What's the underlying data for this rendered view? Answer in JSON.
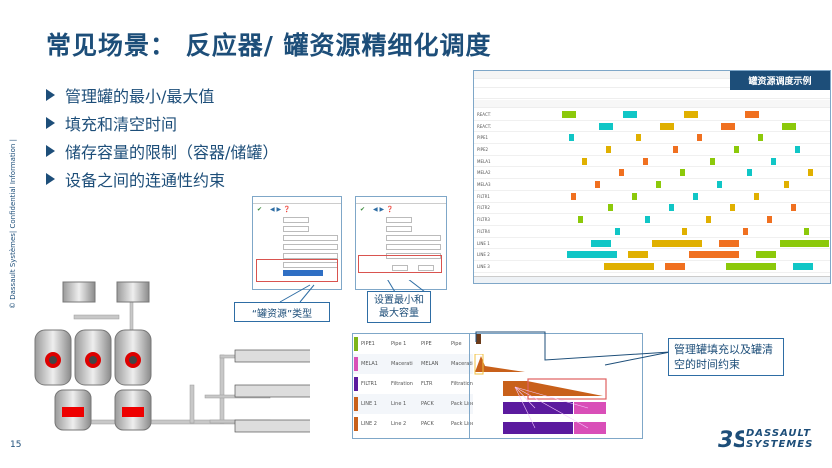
{
  "title": "常见场景： 反应器/ 罐资源精细化调度",
  "bullets": [
    "管理罐的最小/最大值",
    "填充和清空时间",
    "储存容量的限制（容器/储罐）",
    "设备之间的连通性约束"
  ],
  "copyright": "© Dassault Systèmes| Confidential Information |",
  "page_number": "15",
  "gantt_screenshot": {
    "label": "罐资源调度示例",
    "rows": [
      "REACT1",
      "REACT2",
      "PIPE1",
      "PIPE2",
      "MELA1",
      "MELA2",
      "MELA3",
      "FILTR1",
      "FILTR2",
      "FILTR3",
      "FILTR4",
      "LINE 1",
      "LINE 2",
      "LINE 3"
    ]
  },
  "dialog_callouts": {
    "tank_type": "“罐资源”类型",
    "min_max": "设置最小和最大容量"
  },
  "bottom_gantt": {
    "rows": [
      {
        "id": "PIPE1",
        "name": "Pipe 1",
        "group": "PIPE",
        "type": "Pipe",
        "color": "#7cb518"
      },
      {
        "id": "MELA1",
        "name": "Maceration",
        "group": "MELAN",
        "type": "Maceration",
        "color": "#d94fb8"
      },
      {
        "id": "FILTR1",
        "name": "Filtration 1",
        "group": "FLTR",
        "type": "Filtration",
        "color": "#5b1a9e"
      },
      {
        "id": "LINE 1",
        "name": "Line 1",
        "group": "PACK",
        "type": "Pack Line",
        "color": "#c8601a"
      },
      {
        "id": "LINE 2",
        "name": "Line 2",
        "group": "PACK",
        "type": "Pack Line",
        "color": "#c8601a"
      }
    ],
    "callout": "管理罐填充以及罐清空的时间约束"
  },
  "logo": {
    "line1": "DASSAULT",
    "line2": "SYSTEMES"
  }
}
